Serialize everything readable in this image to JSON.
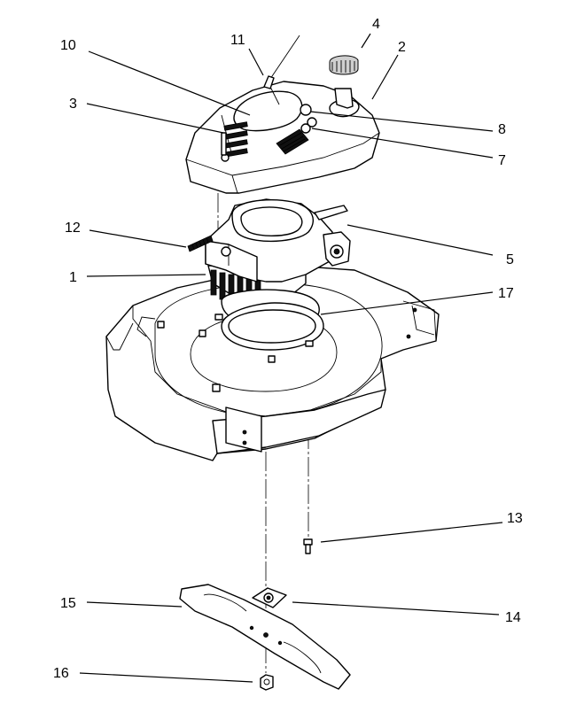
{
  "callouts": [
    {
      "id": "c1",
      "label": "1"
    },
    {
      "id": "c2",
      "label": "2"
    },
    {
      "id": "c3",
      "label": "3"
    },
    {
      "id": "c4",
      "label": "4"
    },
    {
      "id": "c5",
      "label": "5"
    },
    {
      "id": "c7",
      "label": "7"
    },
    {
      "id": "c8",
      "label": "8"
    },
    {
      "id": "c10",
      "label": "10"
    },
    {
      "id": "c11",
      "label": "11"
    },
    {
      "id": "c12",
      "label": "12"
    },
    {
      "id": "c13",
      "label": "13"
    },
    {
      "id": "c14",
      "label": "14"
    },
    {
      "id": "c15",
      "label": "15"
    },
    {
      "id": "c16",
      "label": "16"
    },
    {
      "id": "c17",
      "label": "17"
    }
  ]
}
